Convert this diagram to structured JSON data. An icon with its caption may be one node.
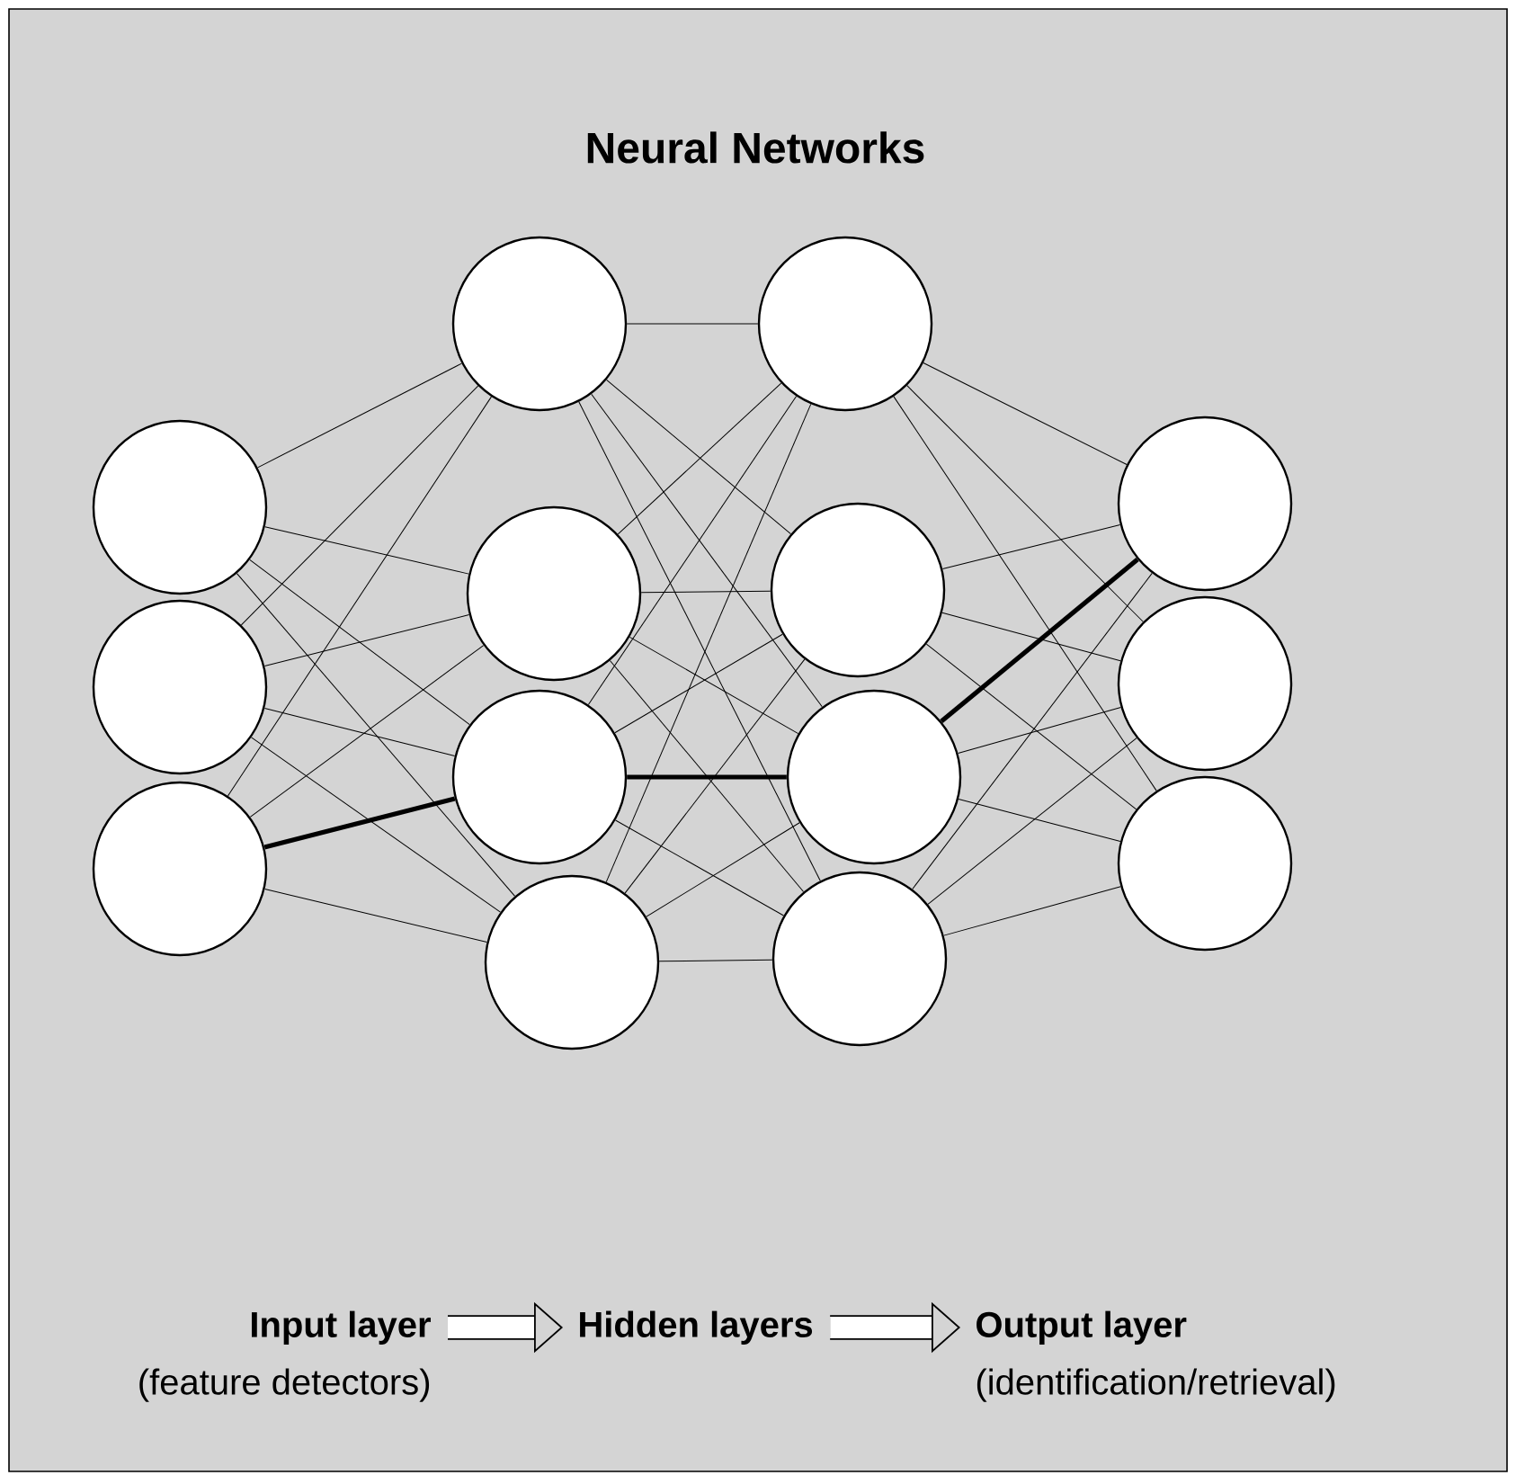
{
  "diagram": {
    "title": "Neural Networks",
    "nodes": [
      {
        "text": [],
        "shape": "circle"
      },
      {
        "text": [],
        "shape": "circle"
      },
      {
        "text": [],
        "shape": "circle"
      },
      {
        "text": [],
        "shape": "circle"
      },
      {
        "text": [],
        "shape": "circle"
      },
      {
        "text": [],
        "shape": "circle"
      },
      {
        "text": [],
        "shape": "circle"
      },
      {
        "text": [],
        "shape": "circle"
      },
      {
        "text": [],
        "shape": "circle"
      },
      {
        "text": [],
        "shape": "circle"
      },
      {
        "text": [],
        "shape": "circle"
      },
      {
        "text": [],
        "shape": "circle"
      },
      {
        "text": [],
        "shape": "circle"
      },
      {
        "text": [],
        "shape": "circle"
      },
      {
        "text": [
          "Input layer",
          "(feature detectors)"
        ]
      },
      {
        "text": [
          "Hidden layers"
        ]
      },
      {
        "text": [
          "Output layer",
          "(identification/retrieval)"
        ]
      }
    ],
    "edges": [
      {
        "from": 0,
        "to": 3,
        "arrow": "none"
      },
      {
        "from": 0,
        "to": 4,
        "arrow": "none"
      },
      {
        "from": 0,
        "to": 5,
        "arrow": "none"
      },
      {
        "from": 0,
        "to": 6,
        "arrow": "none"
      },
      {
        "from": 1,
        "to": 3,
        "arrow": "none"
      },
      {
        "from": 1,
        "to": 4,
        "arrow": "none"
      },
      {
        "from": 1,
        "to": 5,
        "arrow": "none"
      },
      {
        "from": 1,
        "to": 6,
        "arrow": "none"
      },
      {
        "from": 2,
        "to": 3,
        "arrow": "none"
      },
      {
        "from": 2,
        "to": 4,
        "arrow": "none"
      },
      {
        "from": 2,
        "to": 5,
        "arrow": "none",
        "style": "thick"
      },
      {
        "from": 2,
        "to": 6,
        "arrow": "none"
      },
      {
        "from": 3,
        "to": 7,
        "arrow": "none"
      },
      {
        "from": 3,
        "to": 8,
        "arrow": "none"
      },
      {
        "from": 3,
        "to": 9,
        "arrow": "none"
      },
      {
        "from": 3,
        "to": 10,
        "arrow": "none"
      },
      {
        "from": 4,
        "to": 7,
        "arrow": "none"
      },
      {
        "from": 4,
        "to": 8,
        "arrow": "none"
      },
      {
        "from": 4,
        "to": 9,
        "arrow": "none"
      },
      {
        "from": 4,
        "to": 10,
        "arrow": "none"
      },
      {
        "from": 5,
        "to": 7,
        "arrow": "none"
      },
      {
        "from": 5,
        "to": 8,
        "arrow": "none"
      },
      {
        "from": 5,
        "to": 9,
        "arrow": "none",
        "style": "thick"
      },
      {
        "from": 5,
        "to": 10,
        "arrow": "none"
      },
      {
        "from": 6,
        "to": 7,
        "arrow": "none"
      },
      {
        "from": 6,
        "to": 8,
        "arrow": "none"
      },
      {
        "from": 6,
        "to": 9,
        "arrow": "none"
      },
      {
        "from": 6,
        "to": 10,
        "arrow": "none"
      },
      {
        "from": 7,
        "to": 11,
        "arrow": "none"
      },
      {
        "from": 7,
        "to": 12,
        "arrow": "none"
      },
      {
        "from": 7,
        "to": 13,
        "arrow": "none"
      },
      {
        "from": 8,
        "to": 11,
        "arrow": "none"
      },
      {
        "from": 8,
        "to": 12,
        "arrow": "none"
      },
      {
        "from": 8,
        "to": 13,
        "arrow": "none"
      },
      {
        "from": 9,
        "to": 11,
        "arrow": "none",
        "style": "thick"
      },
      {
        "from": 9,
        "to": 12,
        "arrow": "none"
      },
      {
        "from": 9,
        "to": 13,
        "arrow": "none"
      },
      {
        "from": 10,
        "to": 11,
        "arrow": "none"
      },
      {
        "from": 10,
        "to": 12,
        "arrow": "none"
      },
      {
        "from": 10,
        "to": 13,
        "arrow": "none"
      },
      {
        "from": 14,
        "to": 15,
        "arrow": "to",
        "style": "thick"
      },
      {
        "from": 15,
        "to": 16,
        "arrow": "to",
        "style": "thick"
      }
    ]
  }
}
